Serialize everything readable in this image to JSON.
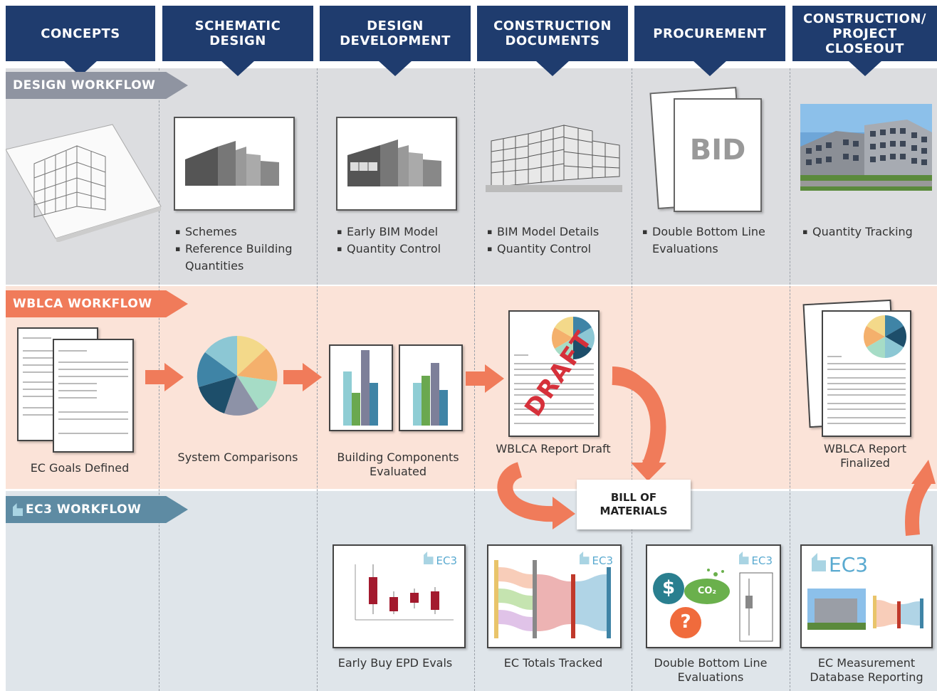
{
  "phases": [
    {
      "label": "CONCEPTS"
    },
    {
      "label": "SCHEMATIC\nDESIGN"
    },
    {
      "label": "DESIGN\nDEVELOPMENT"
    },
    {
      "label": "CONSTRUCTION\nDOCUMENTS"
    },
    {
      "label": "PROCUREMENT"
    },
    {
      "label": "CONSTRUCTION/\nPROJECT CLOSEOUT"
    }
  ],
  "design_workflow": {
    "label": "DESIGN WORKFLOW",
    "schematic_bullets": [
      "Schemes",
      "Reference Building Quantities"
    ],
    "development_bullets": [
      "Early BIM Model",
      "Quantity Control"
    ],
    "documents_bullets": [
      "BIM Model Details",
      "Quantity Control"
    ],
    "procurement_bullets": [
      "Double Bottom Line Evaluations"
    ],
    "procurement_bid_text": "BID",
    "closeout_bullets": [
      "Quantity Tracking"
    ]
  },
  "wblca_workflow": {
    "label": "WBLCA WORKFLOW",
    "goals_caption": "EC  Goals Defined",
    "comparisons_caption": "System Comparisons",
    "components_caption": "Building Components\nEvaluated",
    "draft_caption": "WBLCA Report Draft",
    "draft_stamp": "DRAFT",
    "finalized_caption": "WBLCA Report\nFinalized"
  },
  "bill_of_materials": "BILL OF\nMATERIALS",
  "ec3_workflow": {
    "label": "EC3 WORKFLOW",
    "logo_text": "EC3",
    "epd_caption": "Early Buy EPD Evals",
    "totals_caption": "EC Totals Tracked",
    "dbl_caption": "Double Bottom Line\nEvaluations",
    "dbl_dollar": "$",
    "dbl_question": "?",
    "dbl_co2": "CO₂",
    "measurement_caption": "EC Measurement\nDatabase Reporting"
  },
  "colors": {
    "header": "#1f3c6e",
    "design_band": "#dcdde0",
    "wblca_band": "#fbe3d8",
    "ec3_band": "#dfe5ea",
    "accent_orange": "#f07b5a",
    "tag_gray": "#8f94a1",
    "tag_blue": "#5e8ba3",
    "draft_red": "#d6303a"
  }
}
